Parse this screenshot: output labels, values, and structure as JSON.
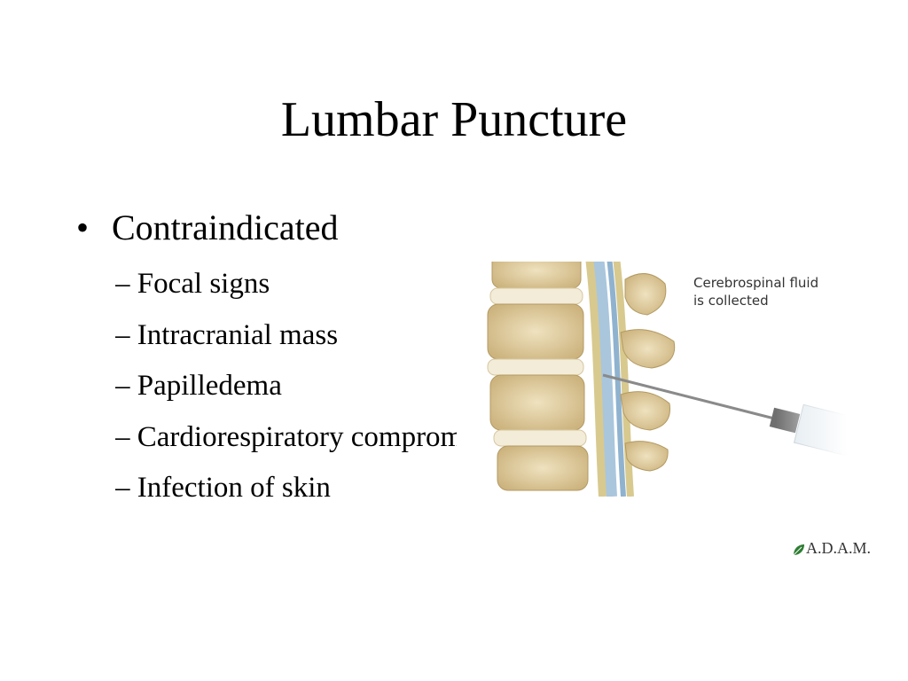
{
  "slide": {
    "title": "Lumbar Puncture",
    "bullet": "Contraindicated",
    "sub_items": [
      "– Focal signs",
      "– Intracranial mass",
      "– Papilledema",
      "– Cardiorespiratory compromise",
      "– Infection of skin"
    ]
  },
  "figure": {
    "caption_line1": "Cerebrospinal fluid",
    "caption_line2": "is collected",
    "logo_text": "A.D.A.M.",
    "colors": {
      "bone": "#e8d9b4",
      "bone_dark": "#c9b078",
      "disc": "#f3ecd9",
      "csf_blue": "#a9c6dd",
      "needle": "#8a8a8a"
    }
  }
}
